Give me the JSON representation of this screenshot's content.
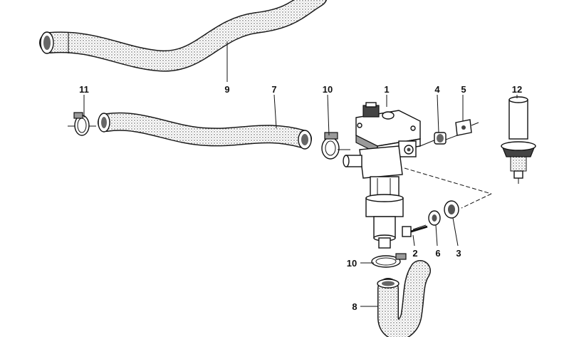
{
  "diagram": {
    "callouts": [
      {
        "id": "part-1",
        "number": "1"
      },
      {
        "id": "part-2",
        "number": "2"
      },
      {
        "id": "part-3",
        "number": "3"
      },
      {
        "id": "part-4",
        "number": "4"
      },
      {
        "id": "part-5",
        "number": "5"
      },
      {
        "id": "part-6",
        "number": "6"
      },
      {
        "id": "part-7",
        "number": "7"
      },
      {
        "id": "part-8",
        "number": "8"
      },
      {
        "id": "part-9",
        "number": "9"
      },
      {
        "id": "part-10a",
        "number": "10"
      },
      {
        "id": "part-10b",
        "number": "10"
      },
      {
        "id": "part-11",
        "number": "11"
      },
      {
        "id": "part-12",
        "number": "12"
      }
    ],
    "style": {
      "line_color": "#111111",
      "hose_stipple_color": "#bdbdbd",
      "background": "#ffffff"
    }
  }
}
